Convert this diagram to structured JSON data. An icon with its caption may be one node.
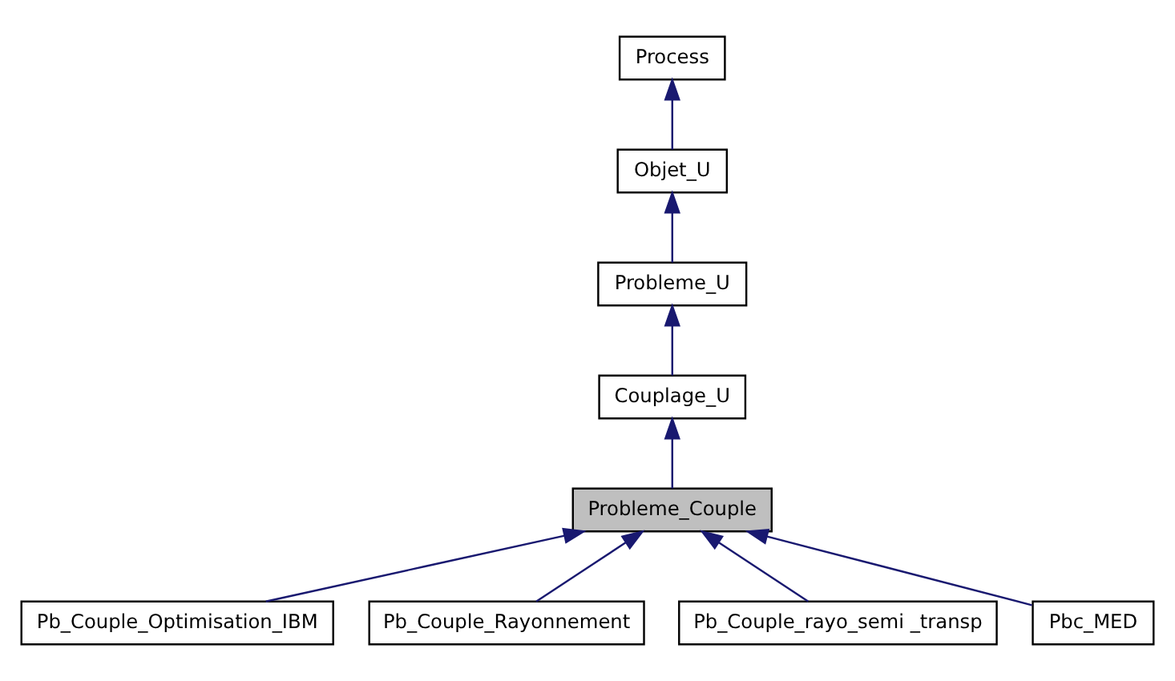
{
  "diagram": {
    "nodes": [
      {
        "text": [
          "Process"
        ]
      },
      {
        "text": [
          "Objet_U"
        ]
      },
      {
        "text": [
          "Probleme_U"
        ]
      },
      {
        "text": [
          "Couplage_U"
        ]
      },
      {
        "text": [
          "Probleme_Couple"
        ]
      },
      {
        "text": [
          "Pb_Couple_Optimisation_IBM"
        ]
      },
      {
        "text": [
          "Pb_Couple_Rayonnement"
        ]
      },
      {
        "text": [
          "Pb_Couple_rayo_semi _transp"
        ]
      },
      {
        "text": [
          "Pbc_MED"
        ]
      }
    ],
    "edges": [
      {
        "from": 1,
        "to": 0,
        "arrow": "to"
      },
      {
        "from": 2,
        "to": 1,
        "arrow": "to"
      },
      {
        "from": 3,
        "to": 2,
        "arrow": "to"
      },
      {
        "from": 4,
        "to": 3,
        "arrow": "to"
      },
      {
        "from": 5,
        "to": 4,
        "arrow": "to"
      },
      {
        "from": 6,
        "to": 4,
        "arrow": "to"
      },
      {
        "from": 7,
        "to": 4,
        "arrow": "to"
      },
      {
        "from": 8,
        "to": 4,
        "arrow": "to"
      }
    ]
  }
}
